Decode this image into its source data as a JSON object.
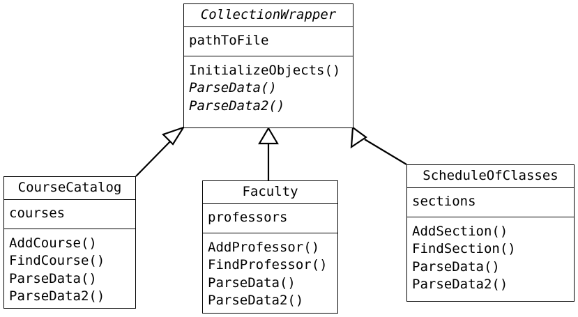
{
  "diagram": {
    "type": "uml-class-diagram",
    "background_color": "#ffffff",
    "line_color": "#000000",
    "classes": [
      {
        "id": "collectionwrapper",
        "name": "CollectionWrapper",
        "abstract": true,
        "attributes": [
          "pathToFile"
        ],
        "operations": [
          {
            "name": "InitializeObjects()",
            "abstract": false
          },
          {
            "name": "ParseData()",
            "abstract": true
          },
          {
            "name": "ParseData2()",
            "abstract": true
          }
        ]
      },
      {
        "id": "coursecatalog",
        "name": "CourseCatalog",
        "abstract": false,
        "attributes": [
          "courses"
        ],
        "operations": [
          {
            "name": "AddCourse()",
            "abstract": false
          },
          {
            "name": "FindCourse()",
            "abstract": false
          },
          {
            "name": "ParseData()",
            "abstract": false
          },
          {
            "name": "ParseData2()",
            "abstract": false
          }
        ]
      },
      {
        "id": "faculty",
        "name": "Faculty",
        "abstract": false,
        "attributes": [
          "professors"
        ],
        "operations": [
          {
            "name": "AddProfessor()",
            "abstract": false
          },
          {
            "name": "FindProfessor()",
            "abstract": false
          },
          {
            "name": "ParseData()",
            "abstract": false
          },
          {
            "name": "ParseData2()",
            "abstract": false
          }
        ]
      },
      {
        "id": "scheduleofclasses",
        "name": "ScheduleOfClasses",
        "abstract": false,
        "attributes": [
          "sections"
        ],
        "operations": [
          {
            "name": "AddSection()",
            "abstract": false
          },
          {
            "name": "FindSection()",
            "abstract": false
          },
          {
            "name": "ParseData()",
            "abstract": false
          },
          {
            "name": "ParseData2()",
            "abstract": false
          }
        ]
      }
    ],
    "relationships": [
      {
        "kind": "generalization",
        "from": "coursecatalog",
        "to": "collectionwrapper"
      },
      {
        "kind": "generalization",
        "from": "faculty",
        "to": "collectionwrapper"
      },
      {
        "kind": "generalization",
        "from": "scheduleofclasses",
        "to": "collectionwrapper"
      }
    ]
  }
}
